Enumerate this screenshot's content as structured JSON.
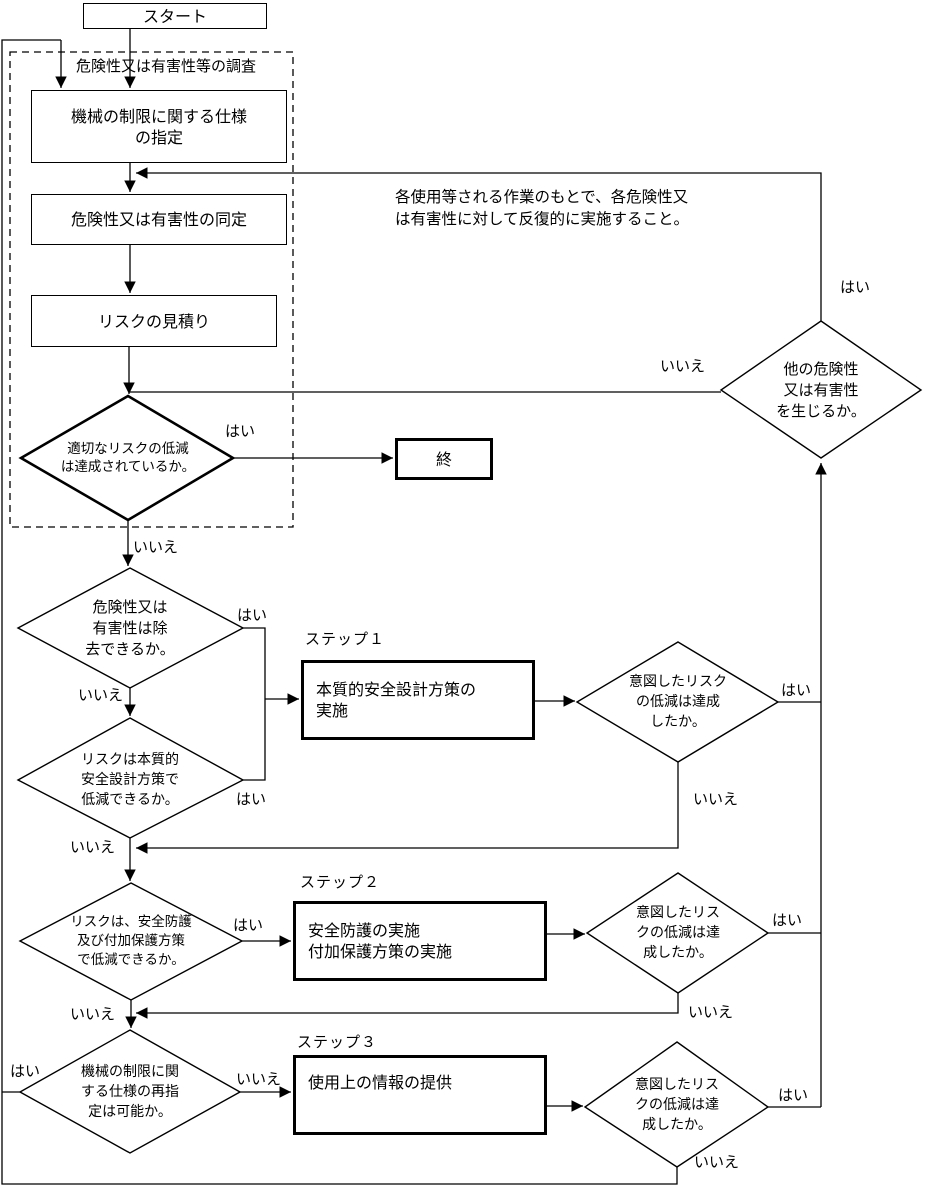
{
  "colors": {
    "line": "#000000",
    "background": "#ffffff",
    "text": "#000000"
  },
  "labels": {
    "yes": "はい",
    "no": "いいえ"
  },
  "note": {
    "line1": "各使用等される作業のもとで、各危険性又",
    "line2": "は有害性に対して反復的に実施すること。"
  },
  "nodes": {
    "start": {
      "label": "スタート"
    },
    "survey_group": {
      "label": "危険性又は有害性等の調査"
    },
    "spec": {
      "line1": "機械の制限に関する仕様",
      "line2": "の指定"
    },
    "identify": {
      "label": "危険性又は有害性の同定"
    },
    "estimate": {
      "label": "リスクの見積り"
    },
    "adequate": {
      "line1": "適切なリスクの低減",
      "line2": "は達成されているか。"
    },
    "end": {
      "label": "終"
    },
    "other_hazard": {
      "line1": "他の危険性",
      "line2": "又は有害性",
      "line3": "を生じるか。"
    },
    "remove": {
      "line1": "危険性又は",
      "line2": "有害性は除",
      "line3": "去できるか。"
    },
    "inherent": {
      "line1": "リスクは本質的",
      "line2": "安全設計方策で",
      "line3": "低減できるか。"
    },
    "check1": {
      "line1": "意図したリスク",
      "line2": "の低減は達成",
      "line3": "したか。"
    },
    "safeguard": {
      "line1": "リスクは、安全防護",
      "line2": "及び付加保護方策",
      "line3": "で低減できるか。"
    },
    "check2": {
      "line1": "意図したリス",
      "line2": "クの低減は達",
      "line3": "成したか。"
    },
    "respec": {
      "line1": "機械の制限に関",
      "line2": "する仕様の再指",
      "line3": "定は可能か。"
    },
    "check3": {
      "line1": "意図したリス",
      "line2": "クの低減は達",
      "line3": "成したか。"
    },
    "step1": {
      "title": "ステップ１",
      "line1": "本質的安全設計方策の",
      "line2": "実施"
    },
    "step2": {
      "title": "ステップ２",
      "line1": "安全防護の実施",
      "line2": "付加保護方策の実施"
    },
    "step3": {
      "title": "ステップ３",
      "line1": "使用上の情報の提供"
    }
  }
}
